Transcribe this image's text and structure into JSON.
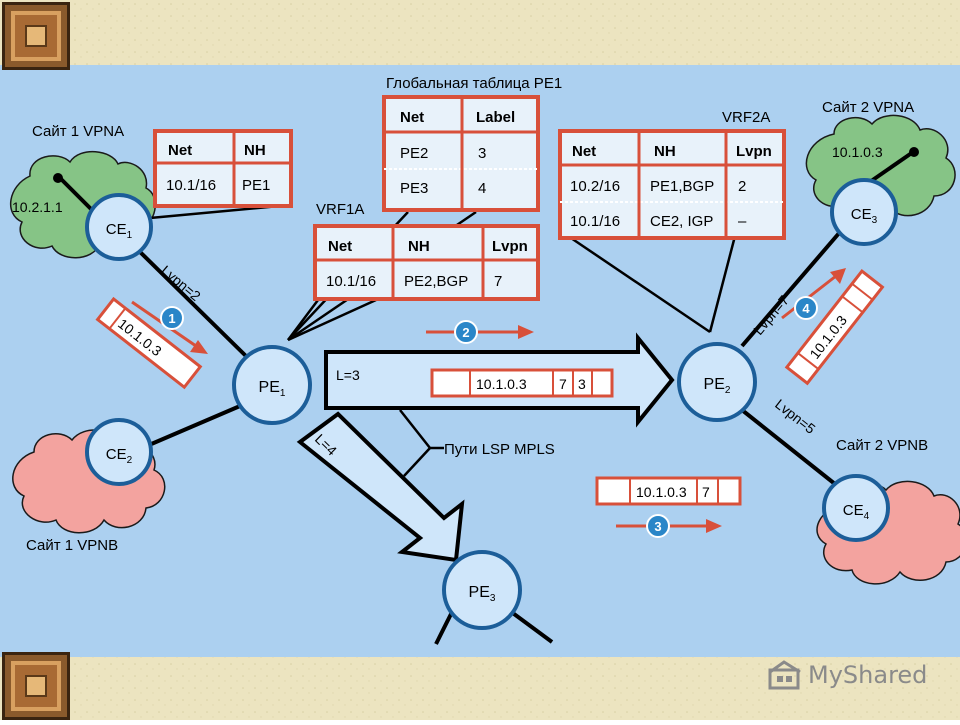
{
  "site1_vpna": "Сайт 1 VPNA",
  "site1_vpnb": "Сайт 1 VPNB",
  "site2_vpna": "Сайт 2 VPNA",
  "site2_vpnb": "Сайт 2 VPNB",
  "cloud_ip_site1": "10.2.1.1",
  "cloud_ip_site2": "10.1.0.3",
  "nodes": {
    "ce1": {
      "main": "CE",
      "sub": "1"
    },
    "ce2": {
      "main": "CE",
      "sub": "2"
    },
    "ce3": {
      "main": "CE",
      "sub": "3"
    },
    "ce4": {
      "main": "CE",
      "sub": "4"
    },
    "pe1": {
      "main": "PE",
      "sub": "1"
    },
    "pe2": {
      "main": "PE",
      "sub": "2"
    },
    "pe3": {
      "main": "PE",
      "sub": "3"
    }
  },
  "links": {
    "ce1_pe1": "Lvpn=2",
    "pe2_ce3": "Lvpn=7",
    "pe2_ce4": "Lvpn=5",
    "lsp_pe1_pe2": "L=3",
    "lsp_pe1_pe3": "L=4"
  },
  "lsp_label": "Пути LSP MPLS",
  "ce1_table": {
    "headers": [
      "Net",
      "NH"
    ],
    "rows": [
      [
        "10.1/16",
        "PE1"
      ]
    ]
  },
  "global_table": {
    "title": "Глобальная таблица PE1",
    "headers": [
      "Net",
      "Label"
    ],
    "rows": [
      [
        "PE2",
        "3"
      ],
      [
        "PE3",
        "4"
      ]
    ]
  },
  "vrf1a": {
    "title": "VRF1A",
    "headers": [
      "Net",
      "NH",
      "Lvpn"
    ],
    "rows": [
      [
        "10.1/16",
        "PE2,BGP",
        "7"
      ]
    ]
  },
  "vrf2a": {
    "title": "VRF2A",
    "headers": [
      "Net",
      "NH",
      "Lvpn"
    ],
    "rows": [
      [
        "10.2/16",
        "PE1,BGP",
        "2"
      ],
      [
        "10.1/16",
        "CE2, IGP",
        "–"
      ]
    ]
  },
  "packets": {
    "step1": {
      "ip": "10.1.0.3"
    },
    "step2": {
      "ip": "10.1.0.3",
      "l1": "7",
      "l2": "3"
    },
    "step3": {
      "ip": "10.1.0.3",
      "l1": "7"
    },
    "step4": {
      "ip": "10.1.0.3"
    }
  },
  "steps": {
    "s1": "1",
    "s2": "2",
    "s3": "3",
    "s4": "4"
  },
  "watermark": "MyShared",
  "colors": {
    "background": "#ece4c0",
    "panel": "#acd0f0",
    "table_border": "#d8503a",
    "node_fill": "#cfe6fa",
    "cloud_green": "#86c486",
    "cloud_pink": "#f3a39f",
    "step_badge": "#2a86c8"
  }
}
